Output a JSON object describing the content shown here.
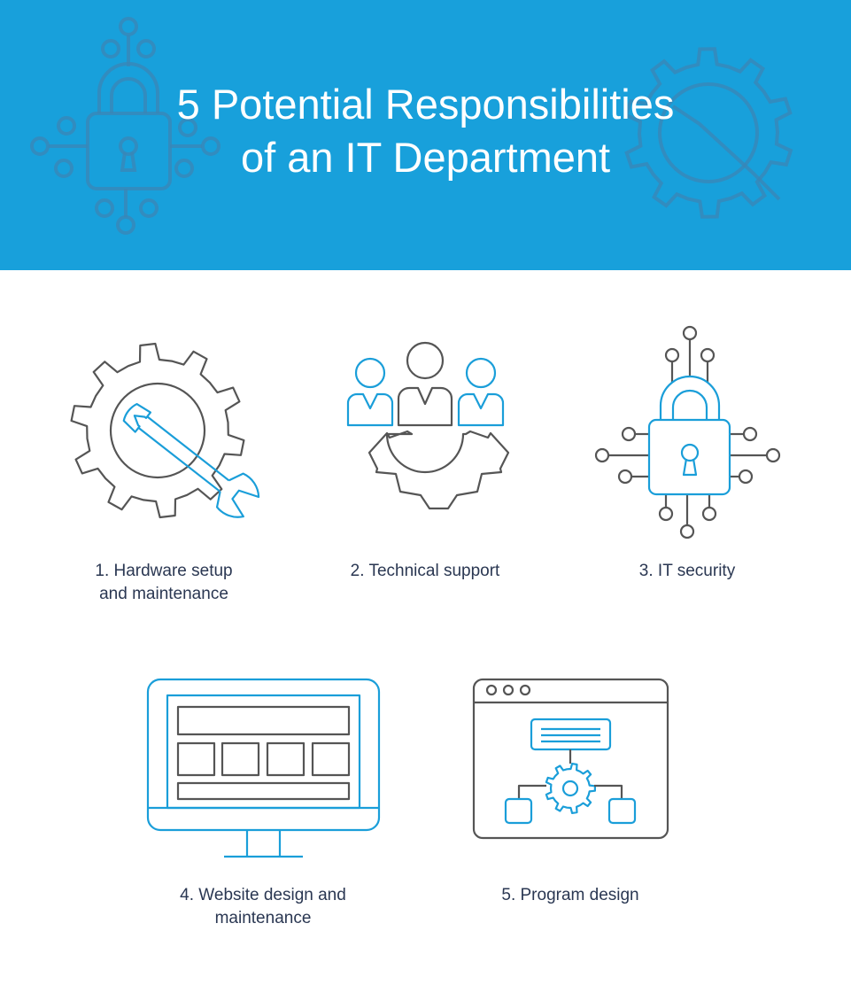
{
  "header": {
    "title_line1": "5 Potential Responsibilities",
    "title_line2": "of an IT Department"
  },
  "items": [
    {
      "number": "1.",
      "line1": "1. Hardware setup",
      "line2": "and maintenance",
      "icon": "gear-wrench-icon"
    },
    {
      "number": "2.",
      "line1": "2. Technical support",
      "line2": "",
      "icon": "team-gear-icon"
    },
    {
      "number": "3.",
      "line1": "3. IT security",
      "line2": "",
      "icon": "circuit-lock-icon"
    },
    {
      "number": "4.",
      "line1": "4. Website design and",
      "line2": "maintenance",
      "icon": "monitor-layout-icon"
    },
    {
      "number": "5.",
      "line1": "5. Program design",
      "line2": "",
      "icon": "program-window-icon"
    }
  ],
  "colors": {
    "header_bg": "#18a0db",
    "accent": "#1a9ed9",
    "stroke": "#555555",
    "text": "#2a3752"
  }
}
